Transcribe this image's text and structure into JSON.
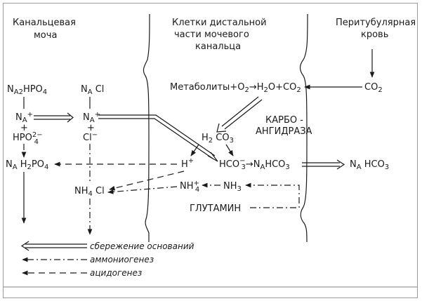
{
  "headers": {
    "urine": [
      "Канальцевая",
      "моча"
    ],
    "cells": [
      "Клетки дистальной",
      "части мочевого",
      "канальца"
    ],
    "blood": [
      "Перитубулярная",
      "кровь"
    ]
  },
  "labels": {
    "na2hpo4": "NA2HPO4",
    "nacl": "NA Cl",
    "na_left": "NA+",
    "na_mid": "NA+",
    "hpo4": "HPO2−4",
    "cl": "Cl−",
    "nah2po4": "NA H2PO4",
    "nh4cl": "NH4 Cl",
    "metabolism": "Метаболиты+O2→H2O+CO2",
    "co2": "CO2",
    "carbo": [
      "КАРБО -",
      "АНГИДРАЗА"
    ],
    "h2co3": "H2 CO3",
    "h_plus": "H+",
    "hco3_eq": "HCO3−→NA HCO3",
    "nahco3_right": "NA HCO3",
    "nh4": "NH4+",
    "nh3": "NH3",
    "glutamine": "ГЛУТАМИН"
  },
  "legend": [
    {
      "style": "double",
      "label": "сбережение оснований"
    },
    {
      "style": "dash-dot",
      "label": "аммониогенез"
    },
    {
      "style": "dash",
      "label": "ацидогенез"
    }
  ]
}
